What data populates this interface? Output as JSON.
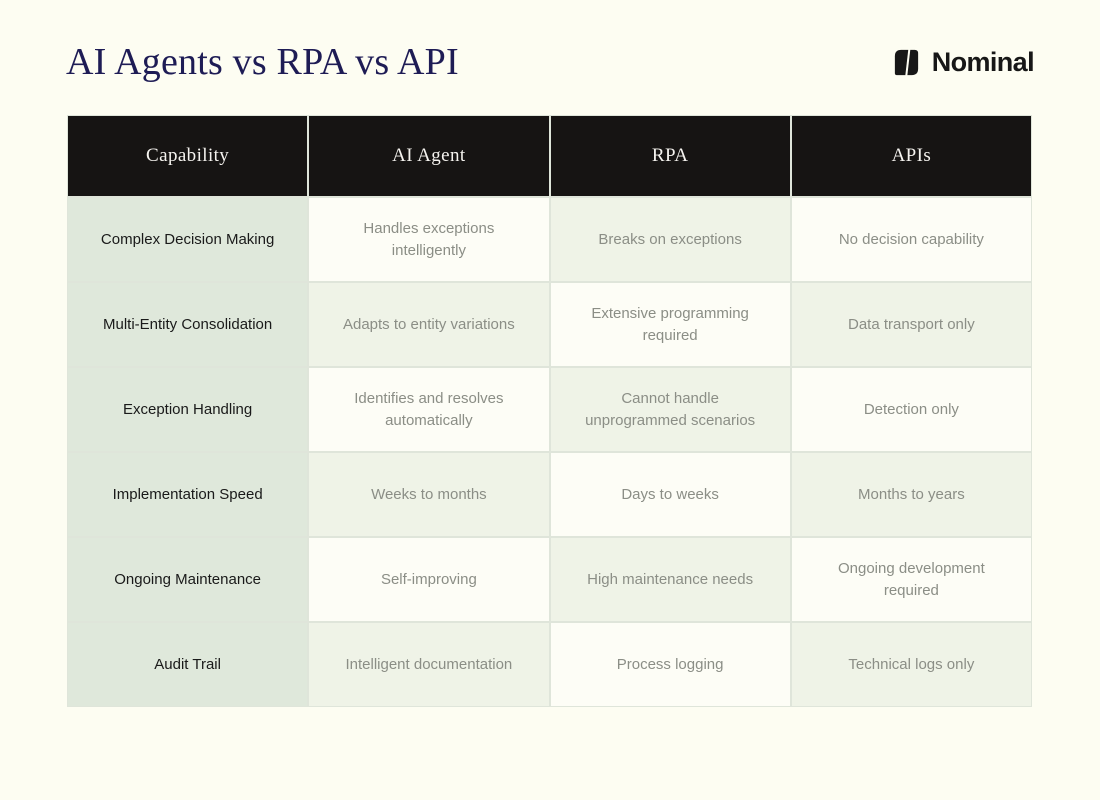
{
  "page": {
    "title": "AI Agents vs RPA vs API",
    "brand_name": "Nominal"
  },
  "icons": {
    "brand_logo": "nominal-logo-mark"
  },
  "colors": {
    "page_background": "#fdfdf2",
    "title": "#1e1c55",
    "header_background": "#161413",
    "header_text": "#f5f3ef",
    "capability_cell": "#dfe8db",
    "green_cell": "#eff3e7",
    "white_cell": "#fdfdf6",
    "body_text": "#8b8e86",
    "capability_text": "#1a1a1a"
  },
  "chart_data": {
    "type": "table",
    "title": "AI Agents vs RPA vs API",
    "columns": [
      "Capability",
      "AI Agent",
      "RPA",
      "APIs"
    ],
    "rows": [
      [
        "Complex Decision Making",
        "Handles exceptions intelligently",
        "Breaks on exceptions",
        "No decision capability"
      ],
      [
        "Multi-Entity Consolidation",
        "Adapts to entity variations",
        "Extensive programming required",
        "Data transport only"
      ],
      [
        "Exception Handling",
        "Identifies and resolves automatically",
        "Cannot handle unprogrammed scenarios",
        "Detection only"
      ],
      [
        "Implementation Speed",
        "Weeks to months",
        "Days to weeks",
        "Months to years"
      ],
      [
        "Ongoing Maintenance",
        "Self-improving",
        "High maintenance needs",
        "Ongoing development required"
      ],
      [
        "Audit Trail",
        "Intelligent documentation",
        "Process logging",
        "Technical logs only"
      ]
    ]
  },
  "table": {
    "headers": [
      "Capability",
      "AI Agent",
      "RPA",
      "APIs"
    ],
    "rows": [
      {
        "capability": "Complex Decision Making",
        "ai_agent": "Handles exceptions intelligently",
        "rpa": "Breaks on exceptions",
        "apis": "No decision capability"
      },
      {
        "capability": "Multi-Entity Consolidation",
        "ai_agent": "Adapts to entity variations",
        "rpa": "Extensive programming required",
        "apis": "Data transport only"
      },
      {
        "capability": "Exception Handling",
        "ai_agent": "Identifies and resolves automatically",
        "rpa": "Cannot handle unprogrammed scenarios",
        "apis": "Detection only"
      },
      {
        "capability": "Implementation Speed",
        "ai_agent": "Weeks to months",
        "rpa": "Days to weeks",
        "apis": "Months to years"
      },
      {
        "capability": "Ongoing Maintenance",
        "ai_agent": "Self-improving",
        "rpa": "High maintenance needs",
        "apis": "Ongoing development required"
      },
      {
        "capability": "Audit Trail",
        "ai_agent": "Intelligent documentation",
        "rpa": "Process logging",
        "apis": "Technical logs only"
      }
    ]
  }
}
